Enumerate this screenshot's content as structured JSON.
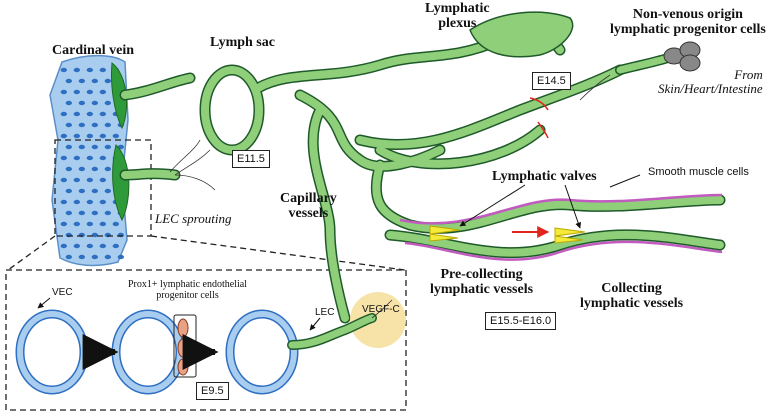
{
  "labels": {
    "cardinal_vein": "Cardinal vein",
    "lymph_sac": "Lymph sac",
    "lymphatic_plexus": "Lymphatic\nplexus",
    "non_venous": "Non-venous origin\nlymphatic progenitor cells",
    "from_sources": "From\nSkin/Heart/Intestine",
    "lec_sprouting": "LEC sprouting",
    "capillary_vessels": "Capillary\nvessels",
    "lymphatic_valves": "Lymphatic valves",
    "smooth_muscle": "Smooth muscle cells",
    "pre_collecting": "Pre-collecting\nlymphatic vessels",
    "collecting": "Collecting\nlymphatic vessels",
    "vec": "VEC",
    "prox1": "Prox1+ lymphatic endothelial\nprogenitor cells",
    "lec": "LEC",
    "vegfc": "VEGF-C"
  },
  "stages": {
    "e11_5": "E11.5",
    "e14_5": "E14.5",
    "e15_5": "E15.5-E16.0",
    "e9_5": "E9.5"
  },
  "colors": {
    "vein_blue": "#a9cdef",
    "vein_nucleus": "#2e6fc2",
    "lymph_green": "#8fcf7a",
    "lymph_nucleus": "#1f5a2a",
    "dark_green": "#2f9a3a",
    "smooth_muscle": "#c15bc0",
    "valve_yellow": "#f4ea3a",
    "prox1_orange": "#e8a183",
    "vegfc_halo": "#f7e3a8",
    "progenitor_gray": "#888888",
    "flow_arrow": "#e3241b"
  }
}
